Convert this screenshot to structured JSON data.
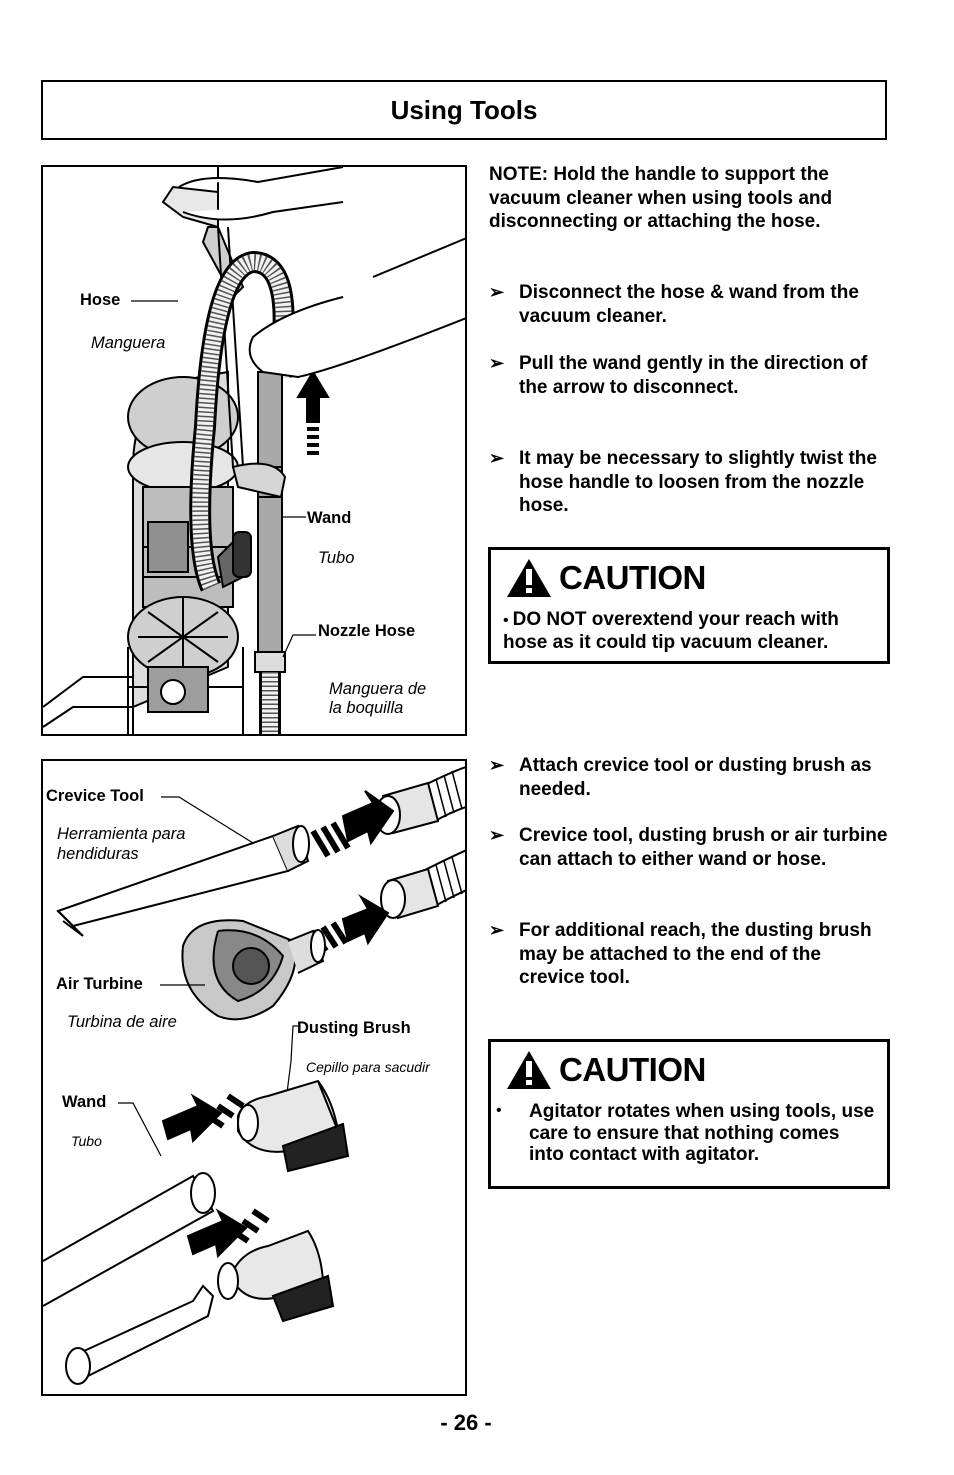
{
  "title": "Using Tools",
  "note": "NOTE:  Hold the handle to support the vacuum cleaner when using tools and disconnecting or attaching the hose.",
  "steps_top": [
    "Disconnect the hose & wand from the vacuum cleaner.",
    "Pull the wand gently in the direction of the arrow to disconnect.",
    "It may be necessary to slightly twist the hose handle to loosen from the nozzle hose."
  ],
  "bullet_symbol": "➢",
  "caution_word": "CAUTION",
  "caution1": {
    "bullet": "•",
    "text": "DO NOT overextend your reach with hose as it could tip vacuum cleaner."
  },
  "steps_bottom": [
    "Attach crevice tool or dusting brush as needed.",
    "Crevice tool, dusting brush or air turbine can attach to either wand or hose.",
    "For additional reach, the dusting brush may be attached to the end of the crevice tool."
  ],
  "caution2": {
    "bullet": "•",
    "text": "Agitator rotates when using tools, use care to ensure that nothing comes into contact with agitator."
  },
  "figure1": {
    "hose": "Hose",
    "hose_es": "Manguera",
    "wand": "Wand",
    "wand_es": "Tubo",
    "nozzle_hose": "Nozzle Hose",
    "nozzle_hose_es_1": "Manguera de",
    "nozzle_hose_es_2": "la boquilla"
  },
  "figure2": {
    "crevice_tool": "Crevice Tool",
    "crevice_tool_es_1": "Herramienta para",
    "crevice_tool_es_2": "hendiduras",
    "air_turbine": "Air Turbine",
    "air_turbine_es": "Turbina de aire",
    "dusting_brush": "Dusting Brush",
    "dusting_brush_es": "Cepillo para sacudir",
    "wand": "Wand",
    "wand_es": "Tubo"
  },
  "page_number": "- 26 -"
}
